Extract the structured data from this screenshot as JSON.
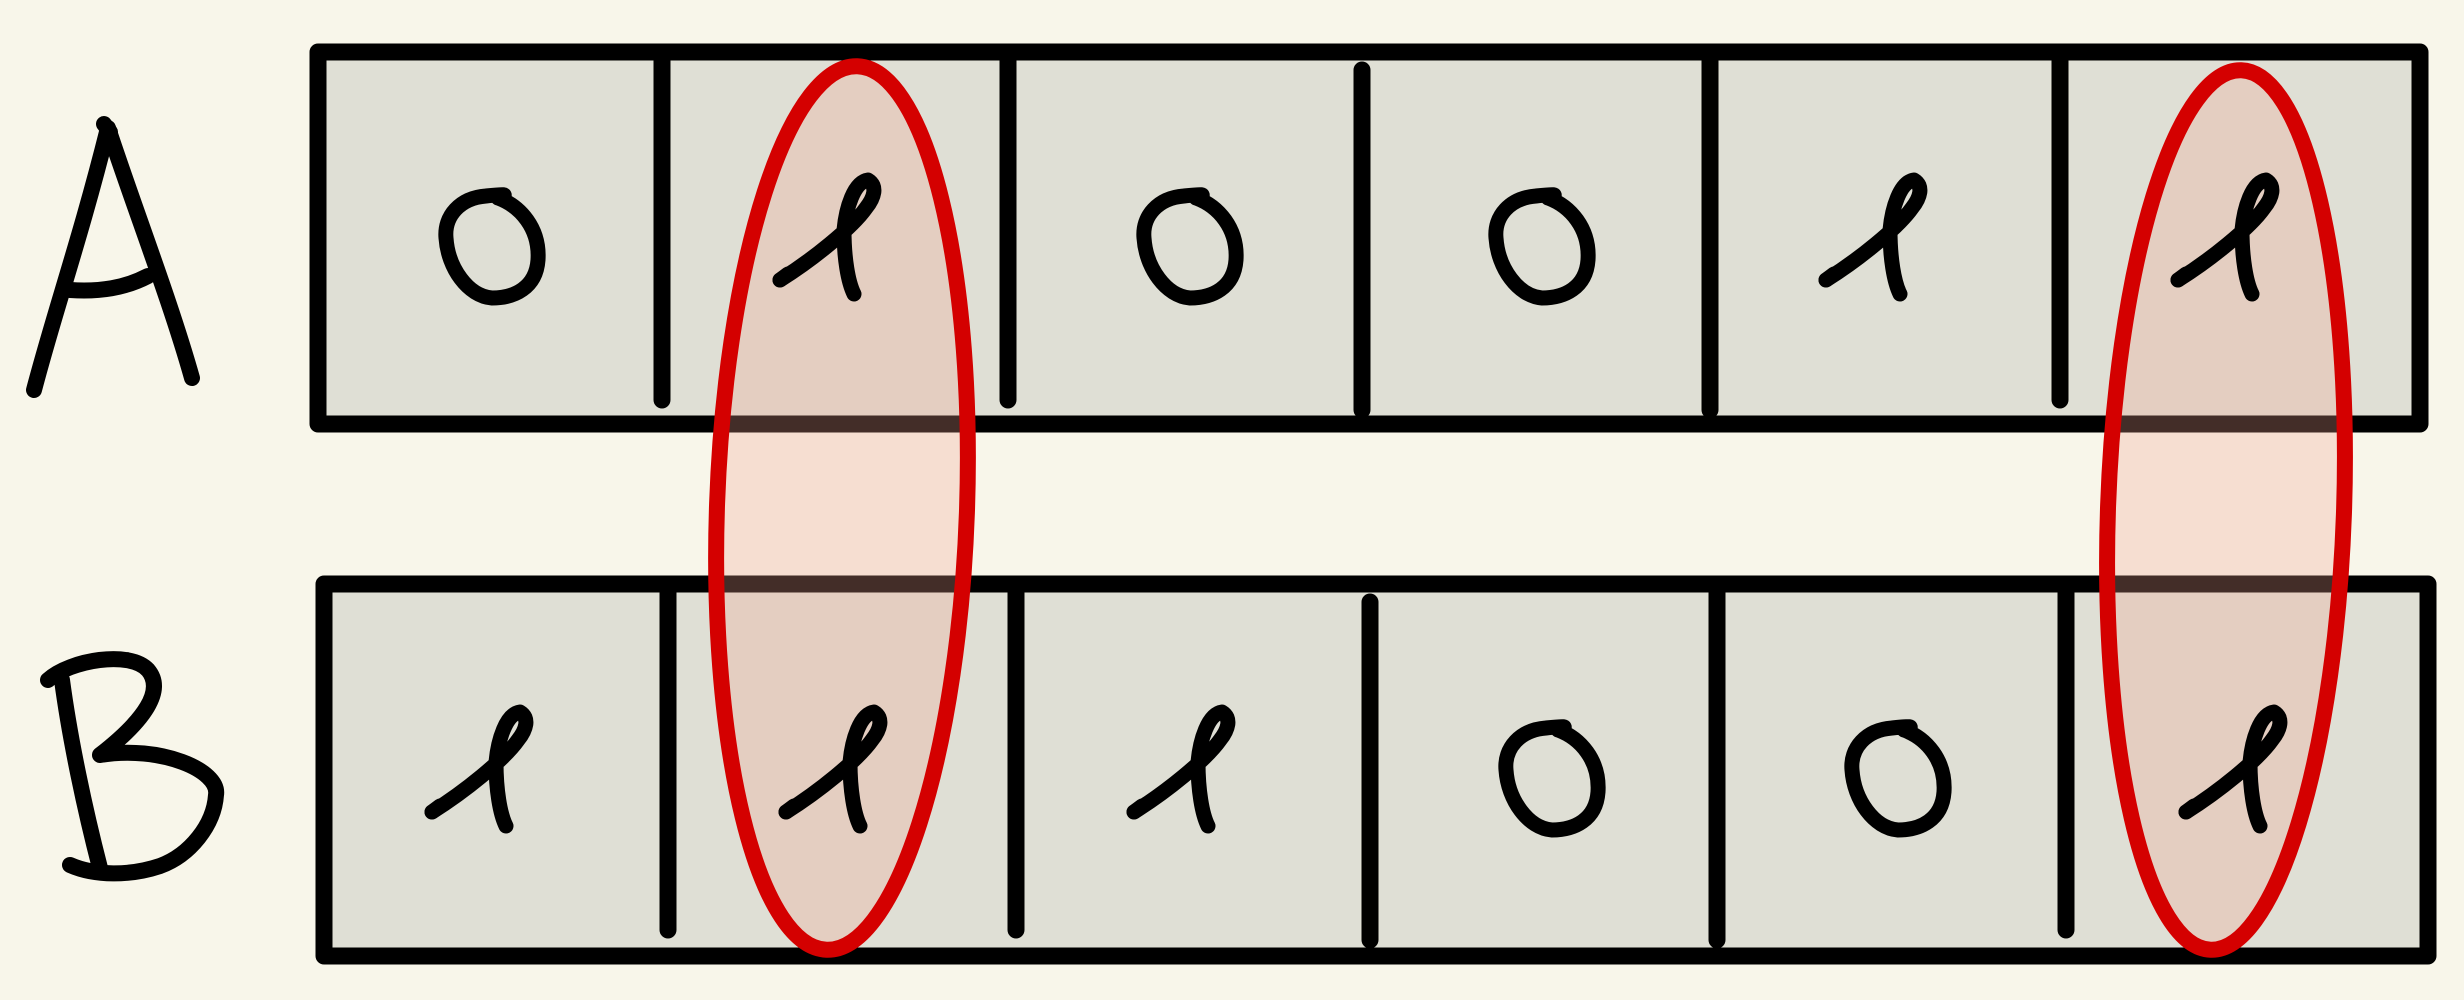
{
  "rows": [
    {
      "label": "A",
      "bits": [
        "0",
        "1",
        "0",
        "0",
        "1",
        "1"
      ]
    },
    {
      "label": "B",
      "bits": [
        "1",
        "1",
        "1",
        "0",
        "0",
        "1"
      ]
    }
  ],
  "highlighted_columns": [
    1,
    5
  ],
  "colors": {
    "background": "#f8f6ea",
    "cell_fill": "#dfdfd5",
    "ink": "#000000",
    "highlight_stroke": "#d40000",
    "highlight_fill": "#f0a090"
  }
}
